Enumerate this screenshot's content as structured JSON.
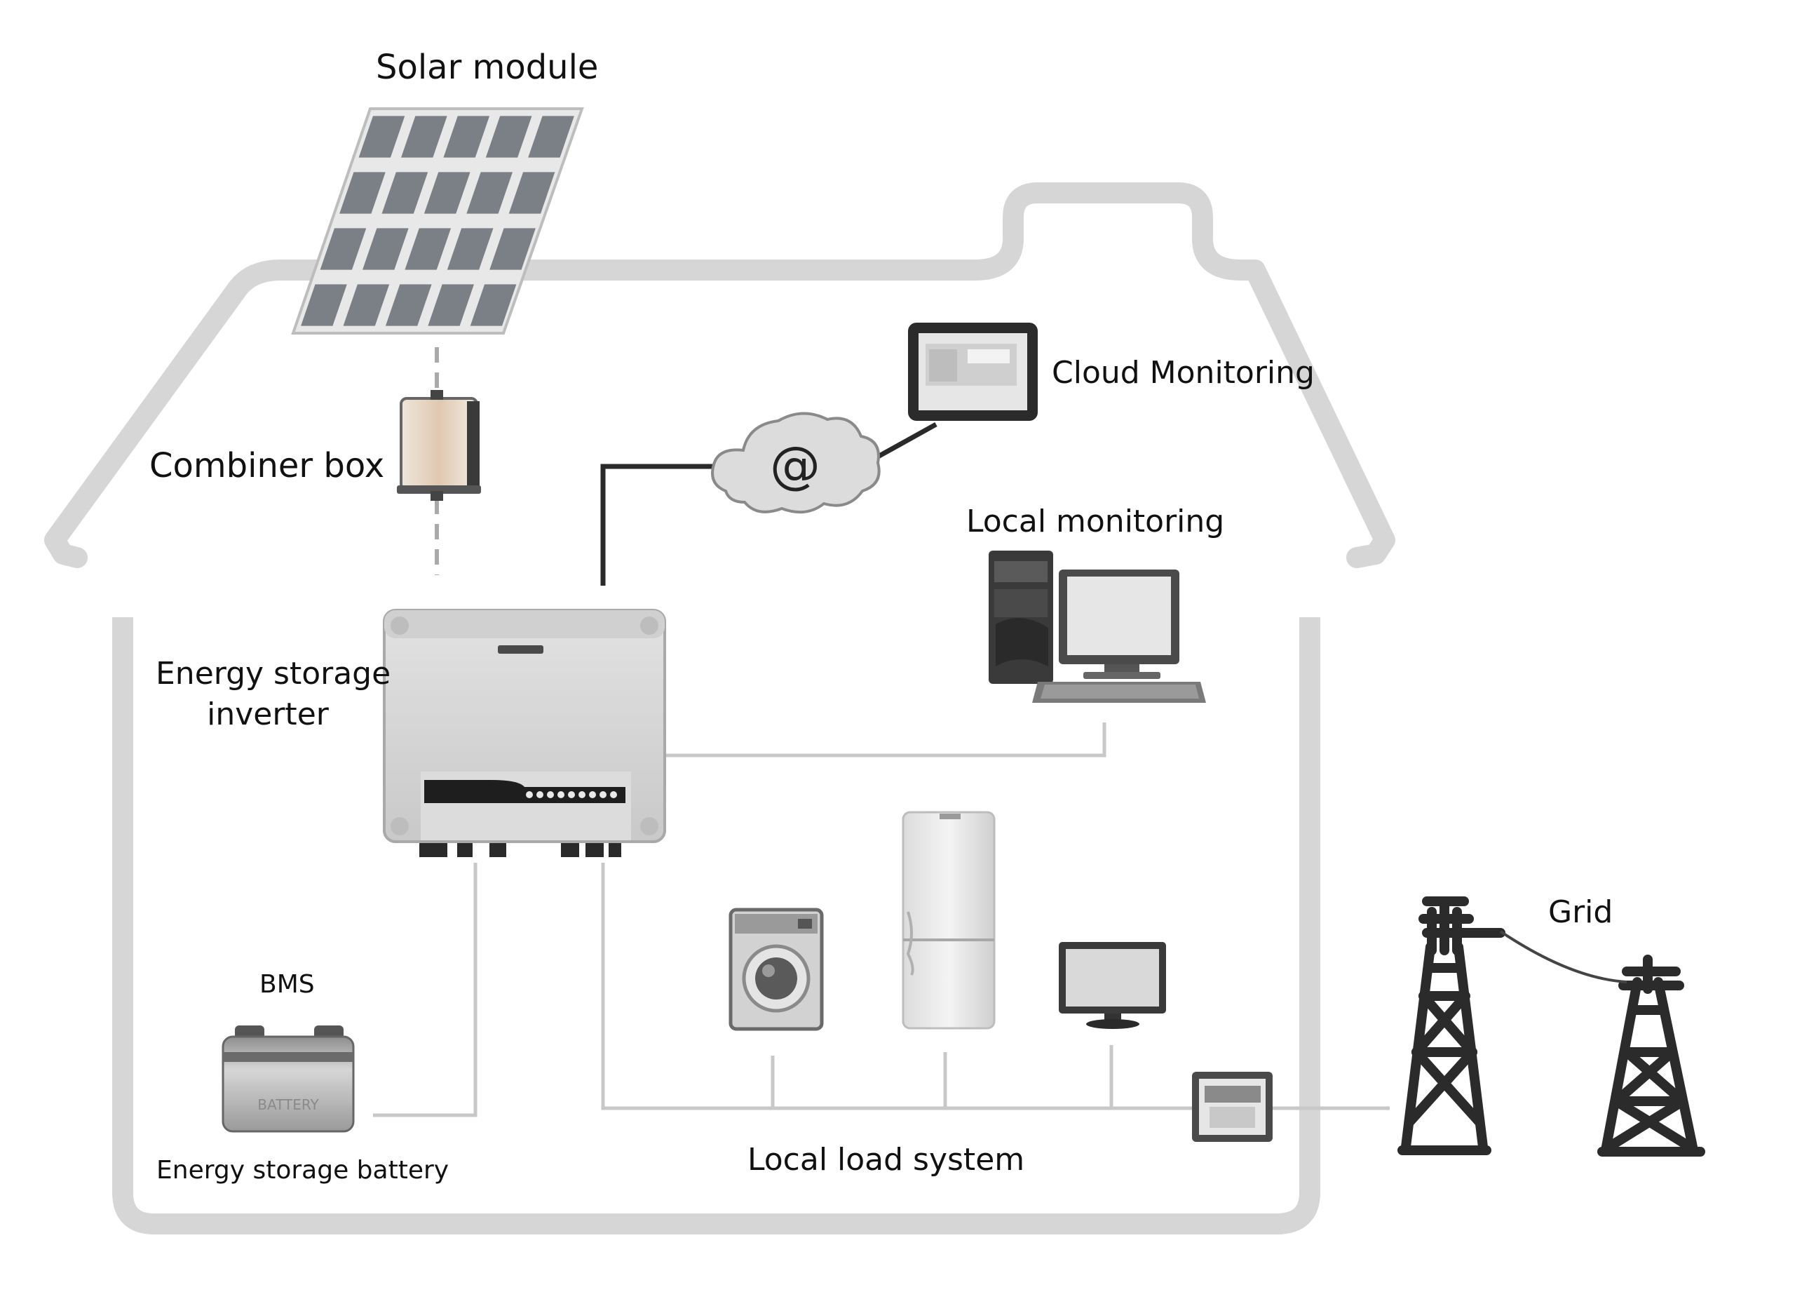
{
  "labels": {
    "solar_module": "Solar module",
    "combiner_box": "Combiner box",
    "cloud_monitoring": "Cloud Monitoring",
    "local_monitoring": "Local monitoring",
    "inverter_line1": "Energy storage",
    "inverter_line2": "inverter",
    "bms": "BMS",
    "battery": "Energy storage battery",
    "local_load": "Local load system",
    "grid": "Grid",
    "cloud_symbol": "@",
    "battery_text": "BATTERY"
  },
  "icons": [
    "solar-panel-icon",
    "combiner-box-icon",
    "tablet-icon",
    "cloud-icon",
    "desktop-computer-icon",
    "inverter-icon",
    "battery-icon",
    "washing-machine-icon",
    "refrigerator-icon",
    "monitor-icon",
    "electric-meter-icon",
    "transmission-tower-icon"
  ],
  "colors": {
    "house_outline": "#d6d6d6",
    "wire": "#c8c8c8",
    "signal_line": "#2a2a2a",
    "panel_cell": "#7b7f86",
    "tower": "#2b2b2b"
  }
}
